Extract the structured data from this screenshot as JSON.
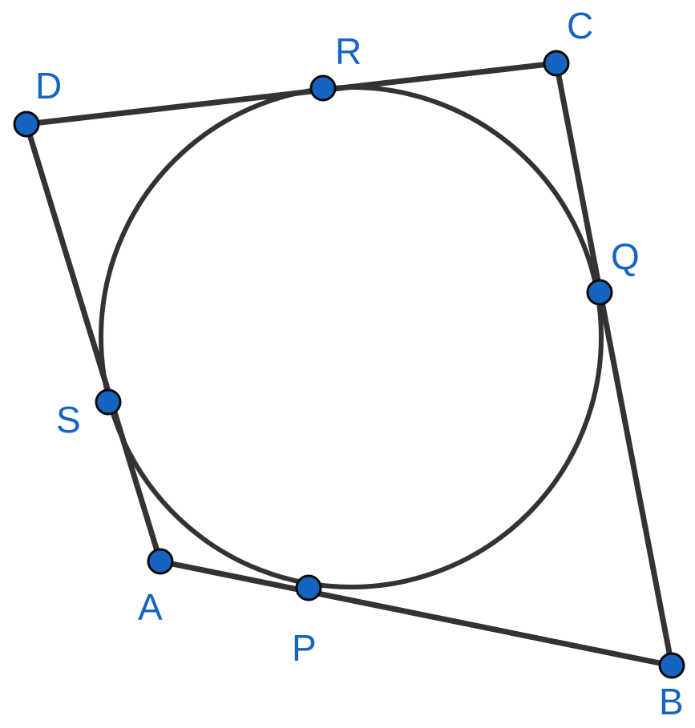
{
  "figure": {
    "vertices": [
      {
        "id": "A",
        "label": "A"
      },
      {
        "id": "B",
        "label": "B"
      },
      {
        "id": "C",
        "label": "C"
      },
      {
        "id": "D",
        "label": "D"
      }
    ],
    "tangent_points": [
      {
        "id": "P",
        "label": "P"
      },
      {
        "id": "Q",
        "label": "Q"
      },
      {
        "id": "R",
        "label": "R"
      },
      {
        "id": "S",
        "label": "S"
      }
    ],
    "colors": {
      "line": "#333333",
      "point": "#1565c0",
      "label": "#1565c0"
    }
  }
}
